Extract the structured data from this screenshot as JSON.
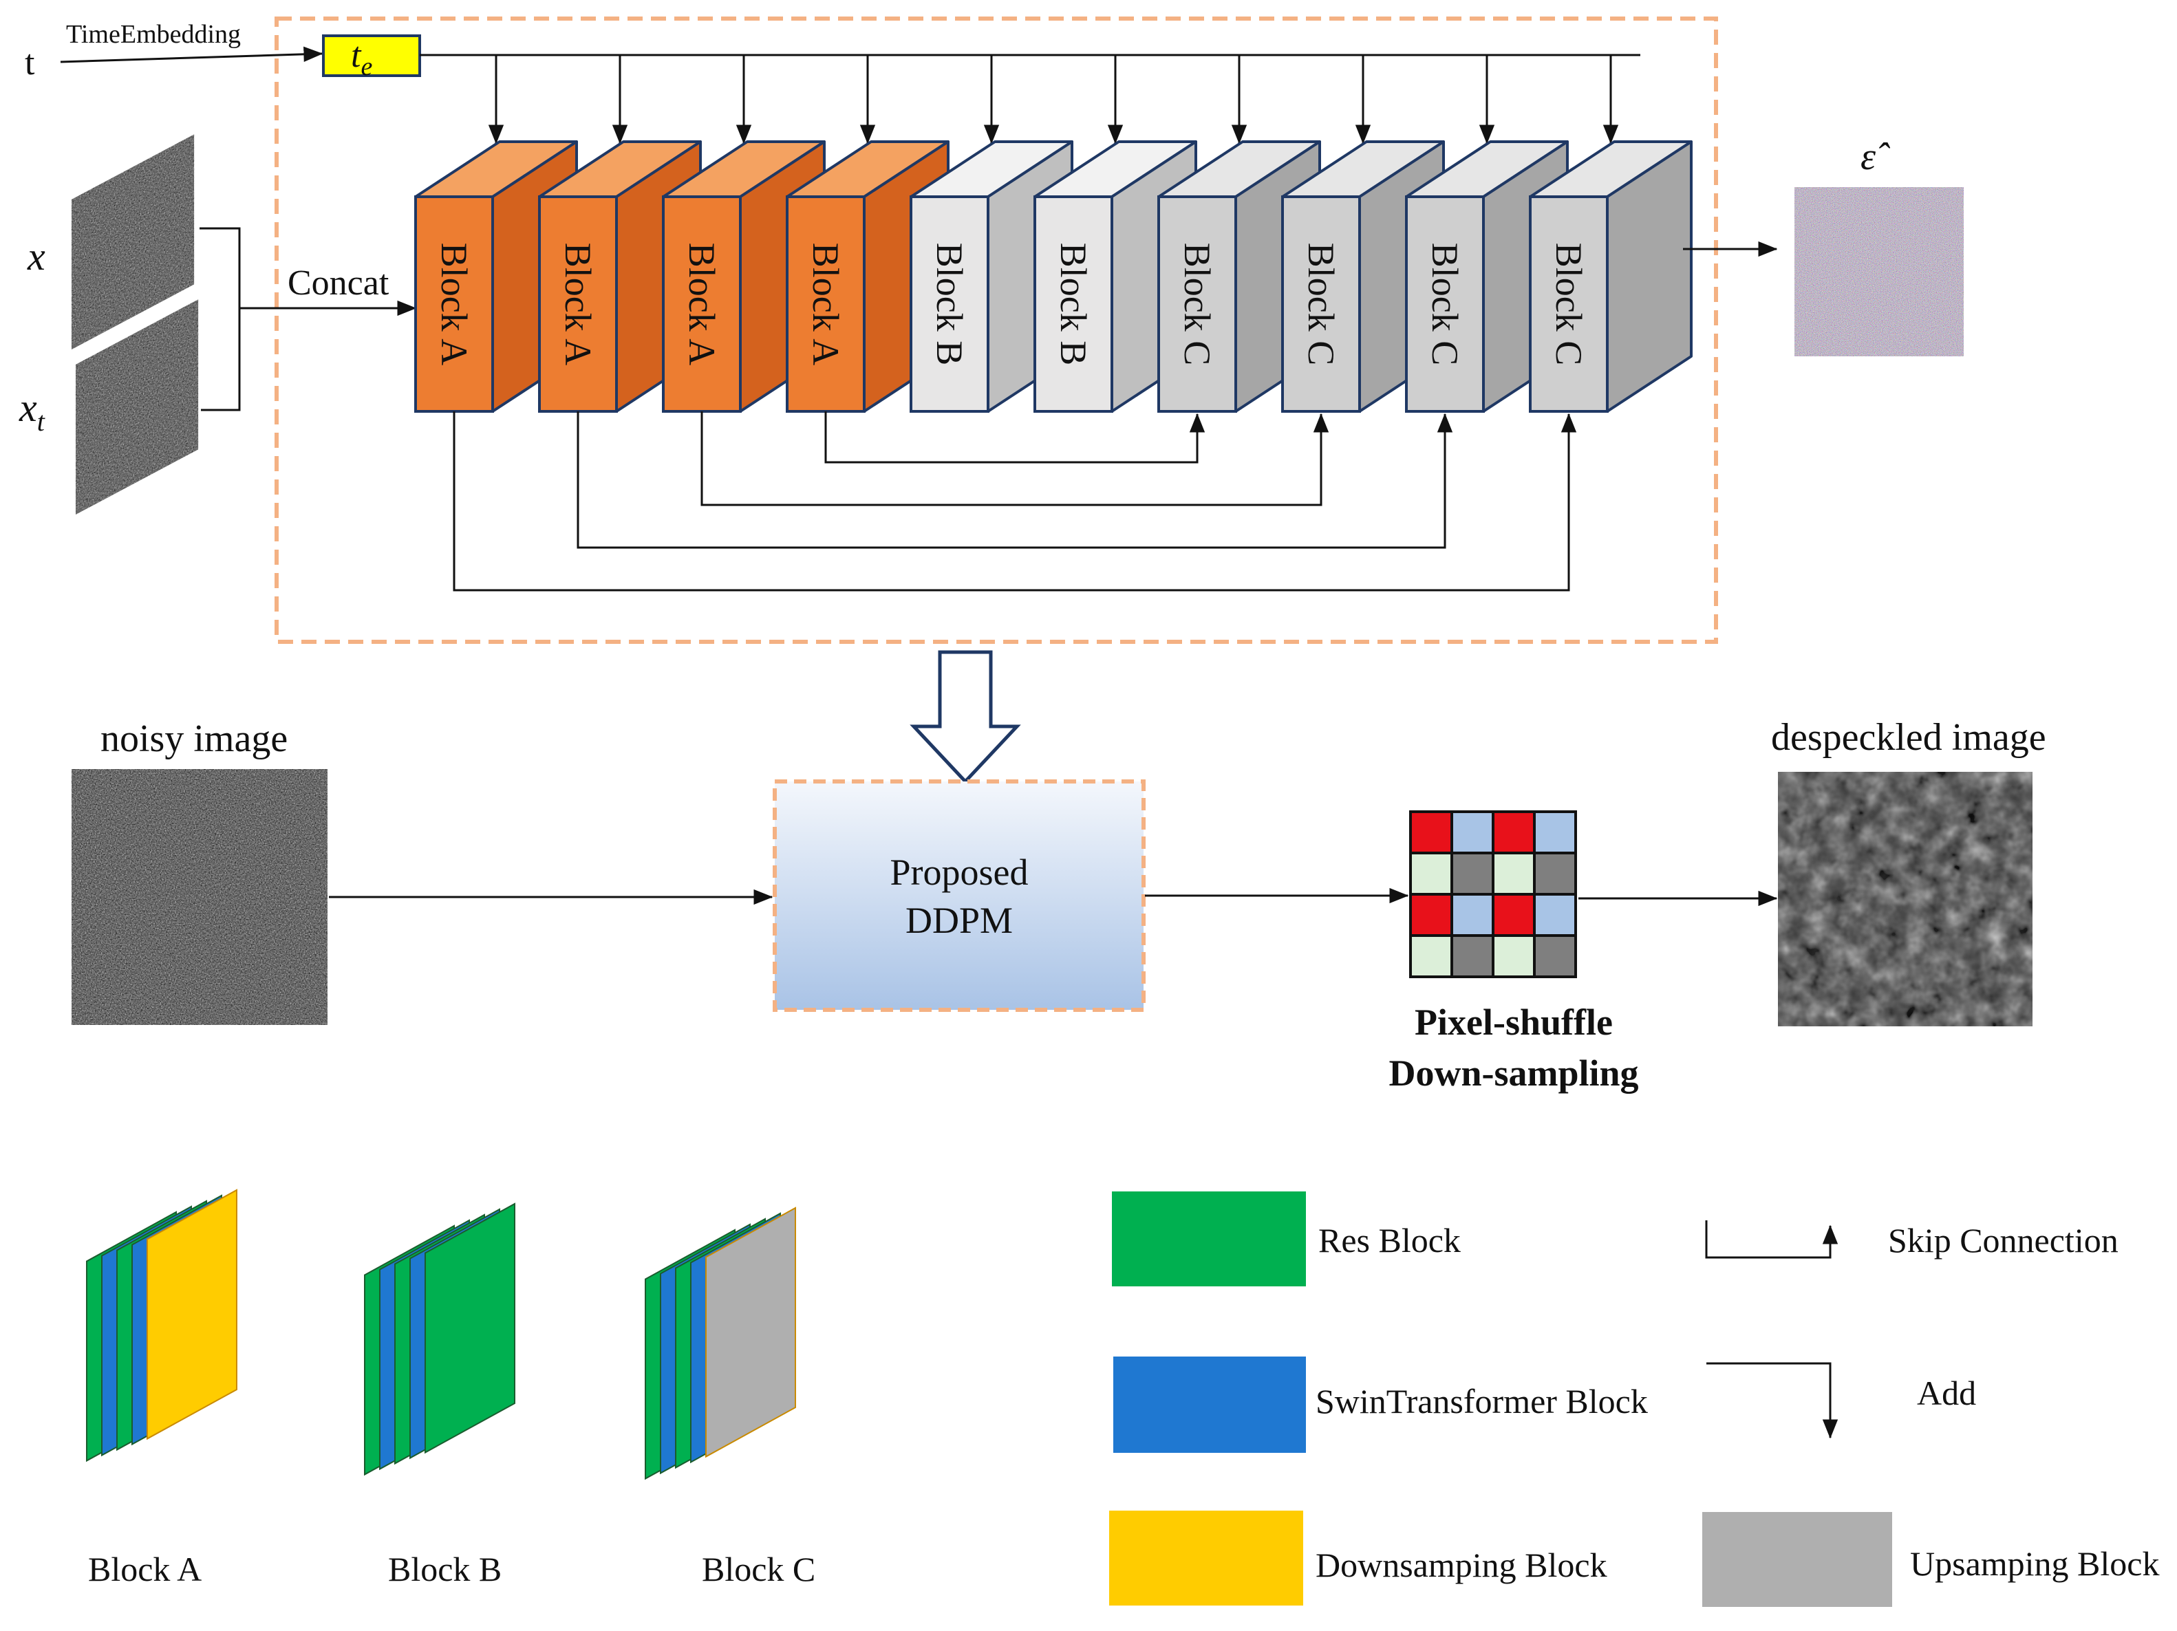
{
  "top": {
    "t_label": "t",
    "time_embedding_label": "TimeEmbedding",
    "te_symbol": "t",
    "te_subscript": "e",
    "x_label": "x",
    "xt_label": "x",
    "xt_subscript": "t",
    "concat_label": "Concat",
    "eps_hat_label": "ε̂",
    "blocks": [
      {
        "label": "Block A",
        "kind": "A"
      },
      {
        "label": "Block A",
        "kind": "A"
      },
      {
        "label": "Block A",
        "kind": "A"
      },
      {
        "label": "Block A",
        "kind": "A"
      },
      {
        "label": "Block B",
        "kind": "B"
      },
      {
        "label": "Block B",
        "kind": "B"
      },
      {
        "label": "Block C",
        "kind": "C"
      },
      {
        "label": "Block C",
        "kind": "C"
      },
      {
        "label": "Block C",
        "kind": "C"
      },
      {
        "label": "Block C",
        "kind": "C"
      }
    ]
  },
  "middle": {
    "noisy_label": "noisy image",
    "ddpm_line1": "Proposed",
    "ddpm_line2": "DDPM",
    "pixel_shuffle_line1": "Pixel-shuffle",
    "pixel_shuffle_line2": "Down-sampling",
    "despeckled_label": "despeckled image"
  },
  "bottom": {
    "block_a_label": "Block A",
    "block_b_label": "Block B",
    "block_c_label": "Block C",
    "legend": {
      "res_block": "Res Block",
      "swin_block": "SwinTransformer Block",
      "down_block": "Downsamping Block",
      "skip_connection": "Skip Connection",
      "add": "Add",
      "up_block": "Upsamping Block"
    }
  },
  "colors": {
    "block_a_front": "#ED7D31",
    "block_a_top": "#F4A261",
    "block_a_side": "#D4621E",
    "block_b_front": "#E7E6E6",
    "block_b_side": "#BFBFBF",
    "block_c_front": "#CFCFCF",
    "block_c_side": "#A6A6A6",
    "block_edge": "#1F3864",
    "dashed_border": "#F4B183",
    "res_green": "#00B050",
    "swin_blue": "#1F78D1",
    "down_yellow": "#FFCC00",
    "up_gray": "#AFAFAF",
    "te_yellow": "#FFFF00",
    "pixel_red": "#E8111A",
    "pixel_lightblue": "#A8C4E6",
    "pixel_lightgreen": "#DCEFD9",
    "pixel_gray": "#7F7F7F"
  }
}
